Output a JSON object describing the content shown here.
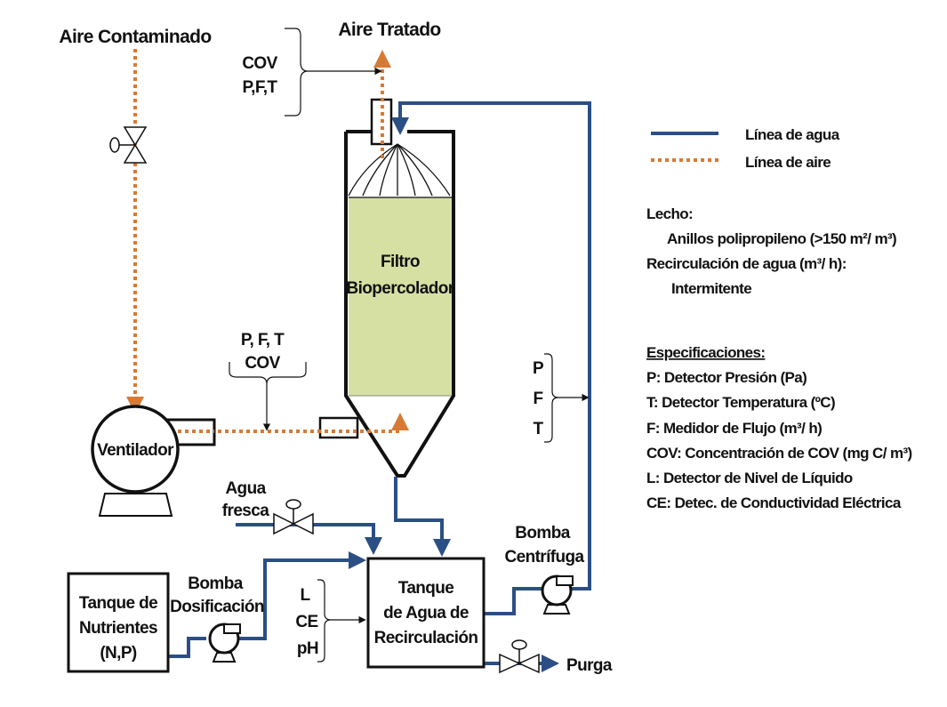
{
  "colors": {
    "water_line": "#2b4f85",
    "air_line": "#d77a35",
    "media_fill": "#d6e0a3",
    "outline": "#111111"
  },
  "labels": {
    "aire_contaminado": "Aire Contaminado",
    "aire_tratado": "Aire Tratado",
    "cov_pft_top": [
      "COV",
      "P,F,T"
    ],
    "pft_cov_mid": [
      "P, F, T",
      "COV"
    ],
    "pft_right": [
      "P",
      "F",
      "T"
    ],
    "lce_ph": [
      "L",
      "CE",
      "pH"
    ],
    "filtro": [
      "Filtro",
      "Biopercolador"
    ],
    "ventilador": "Ventilador",
    "agua_fresca": [
      "Agua",
      "fresca"
    ],
    "tanque_nutrientes": [
      "Tanque de",
      "Nutrientes",
      "(N,P)"
    ],
    "bomba_dosificacion": [
      "Bomba",
      "Dosificación"
    ],
    "tanque_recirculacion": [
      "Tanque",
      "de Agua  de",
      "Recirculación"
    ],
    "bomba_centrifuga": [
      "Bomba",
      "Centrífuga"
    ],
    "purga": "Purga"
  },
  "legend": {
    "water": "Línea de agua",
    "air": "Línea de aire"
  },
  "info": {
    "lecho_title": "Lecho:",
    "lecho_value": "Anillos  polipropileno (>150 m²/ m³)",
    "recirc_title": "Recirculación de agua (m³/ h):",
    "recirc_value": "Intermitente"
  },
  "specs": {
    "title": "Especificaciones:",
    "items": [
      "P: Detector Presión (Pa)",
      "T:  Detector Temperatura (ºC)",
      "F:  Medidor de Flujo (m³/ h)",
      "COV: Concentración de COV (mg C/ m³)",
      "L:  Detector de Nivel de Líquido",
      "CE: Detec. de Conductividad Eléctrica"
    ]
  }
}
